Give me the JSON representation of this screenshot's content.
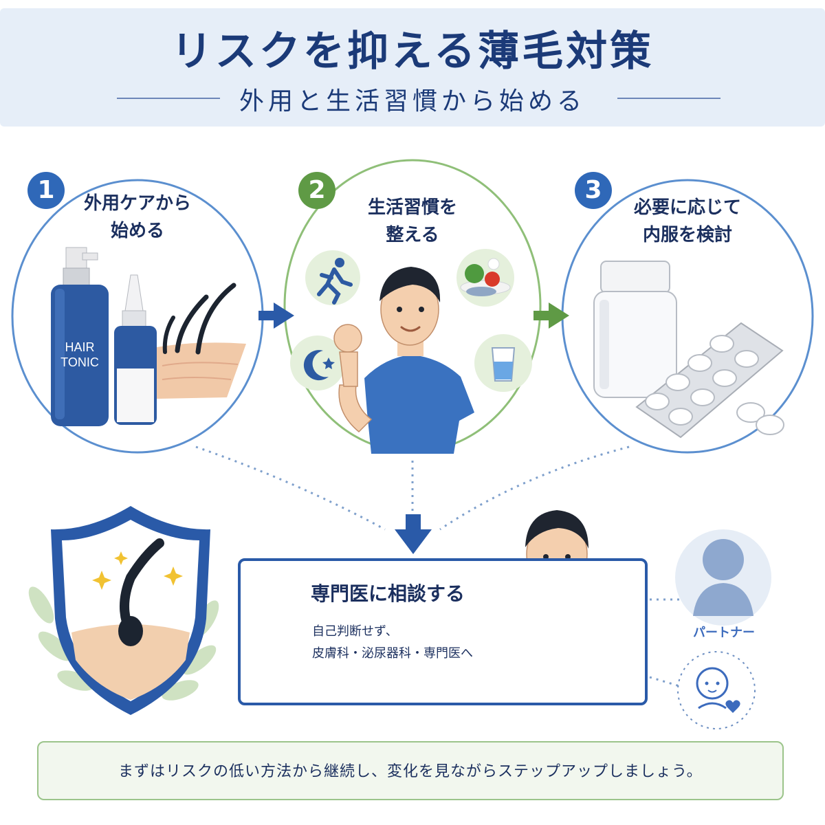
{
  "header": {
    "title": "リスクを抑える薄毛対策",
    "subtitle": "外用と生活習慣から始める"
  },
  "steps": [
    {
      "number": "1",
      "title_line1": "外用ケアから",
      "title_line2": "始める",
      "color": "#2f68b8"
    },
    {
      "number": "2",
      "title_line1": "生活習慣を",
      "title_line2": "整える",
      "color": "#5f9a45"
    },
    {
      "number": "3",
      "title_line1": "必要に応じて",
      "title_line2": "内服を検討",
      "color": "#2f68b8"
    }
  ],
  "step1": {
    "bottle_label_line1": "HAIR",
    "bottle_label_line2": "TONIC"
  },
  "consult": {
    "title": "専門医に相談する",
    "line1": "自己判断せず、",
    "line2": "皮膚科・泌尿器科・専門医へ"
  },
  "partner": {
    "label": "パートナー"
  },
  "footer": {
    "text": "まずはリスクの低い方法から継続し、変化を見ながらステップアップしましょう。"
  },
  "colors": {
    "primary": "#2a5aa8",
    "green": "#5f9a45",
    "navy": "#1b2f5e"
  },
  "icons": [
    "running-icon",
    "food-icon",
    "moon-icon",
    "water-glass-icon",
    "shield-check-icon",
    "baby-icon",
    "heart-icon",
    "checkmark-icon"
  ]
}
